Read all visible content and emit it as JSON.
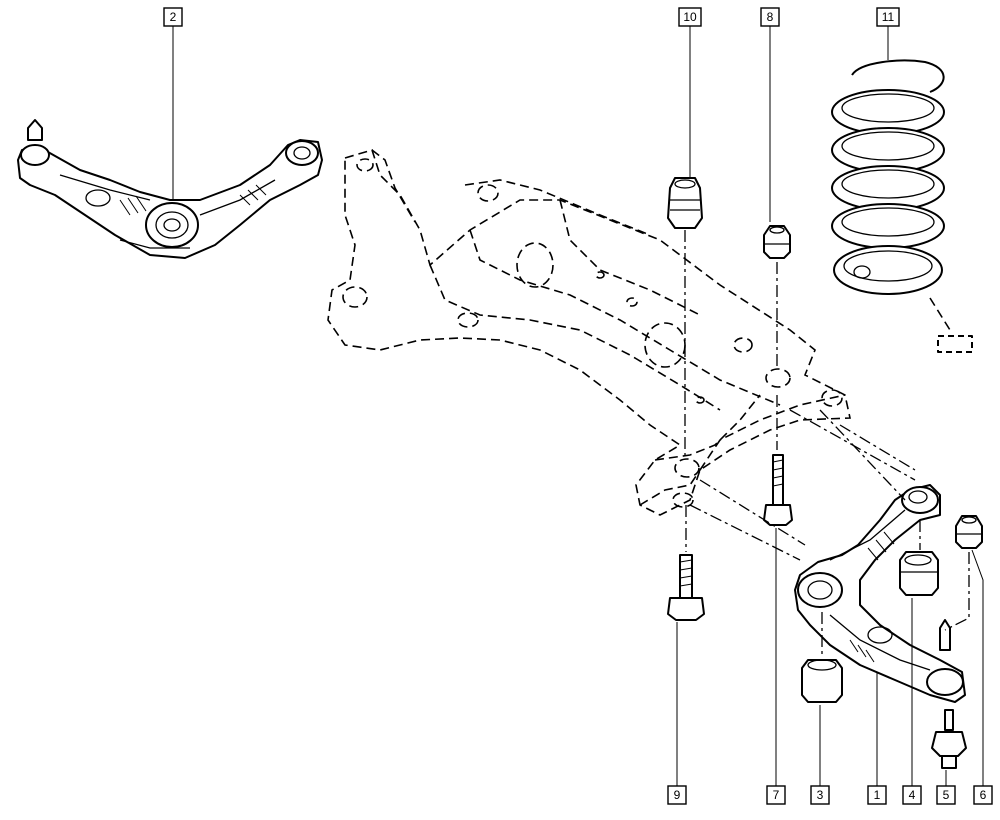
{
  "callouts": [
    {
      "id": "callout-2",
      "label": "2"
    },
    {
      "id": "callout-10",
      "label": "10"
    },
    {
      "id": "callout-8",
      "label": "8"
    },
    {
      "id": "callout-11",
      "label": "11"
    },
    {
      "id": "callout-9",
      "label": "9"
    },
    {
      "id": "callout-7",
      "label": "7"
    },
    {
      "id": "callout-3",
      "label": "3"
    },
    {
      "id": "callout-1",
      "label": "1"
    },
    {
      "id": "callout-4",
      "label": "4"
    },
    {
      "id": "callout-5",
      "label": "5"
    },
    {
      "id": "callout-6",
      "label": "6"
    }
  ],
  "colors": {
    "line": "#000000",
    "background": "#ffffff"
  }
}
